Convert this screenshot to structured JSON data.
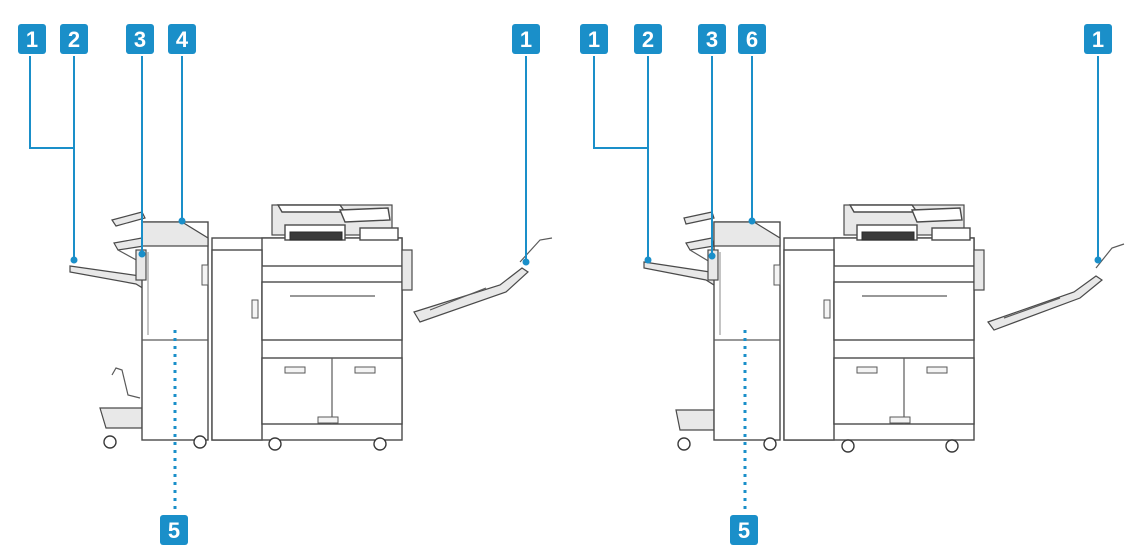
{
  "diagrams": [
    {
      "callouts": [
        {
          "label": "1"
        },
        {
          "label": "2"
        },
        {
          "label": "3"
        },
        {
          "label": "4"
        },
        {
          "label": "1"
        },
        {
          "label": "5"
        }
      ]
    },
    {
      "callouts": [
        {
          "label": "1"
        },
        {
          "label": "2"
        },
        {
          "label": "3"
        },
        {
          "label": "6"
        },
        {
          "label": "1"
        },
        {
          "label": "5"
        }
      ]
    }
  ],
  "colors": {
    "accent": "#1a8fc9",
    "machine_outline": "#4a4a4a",
    "background": "#ffffff"
  }
}
